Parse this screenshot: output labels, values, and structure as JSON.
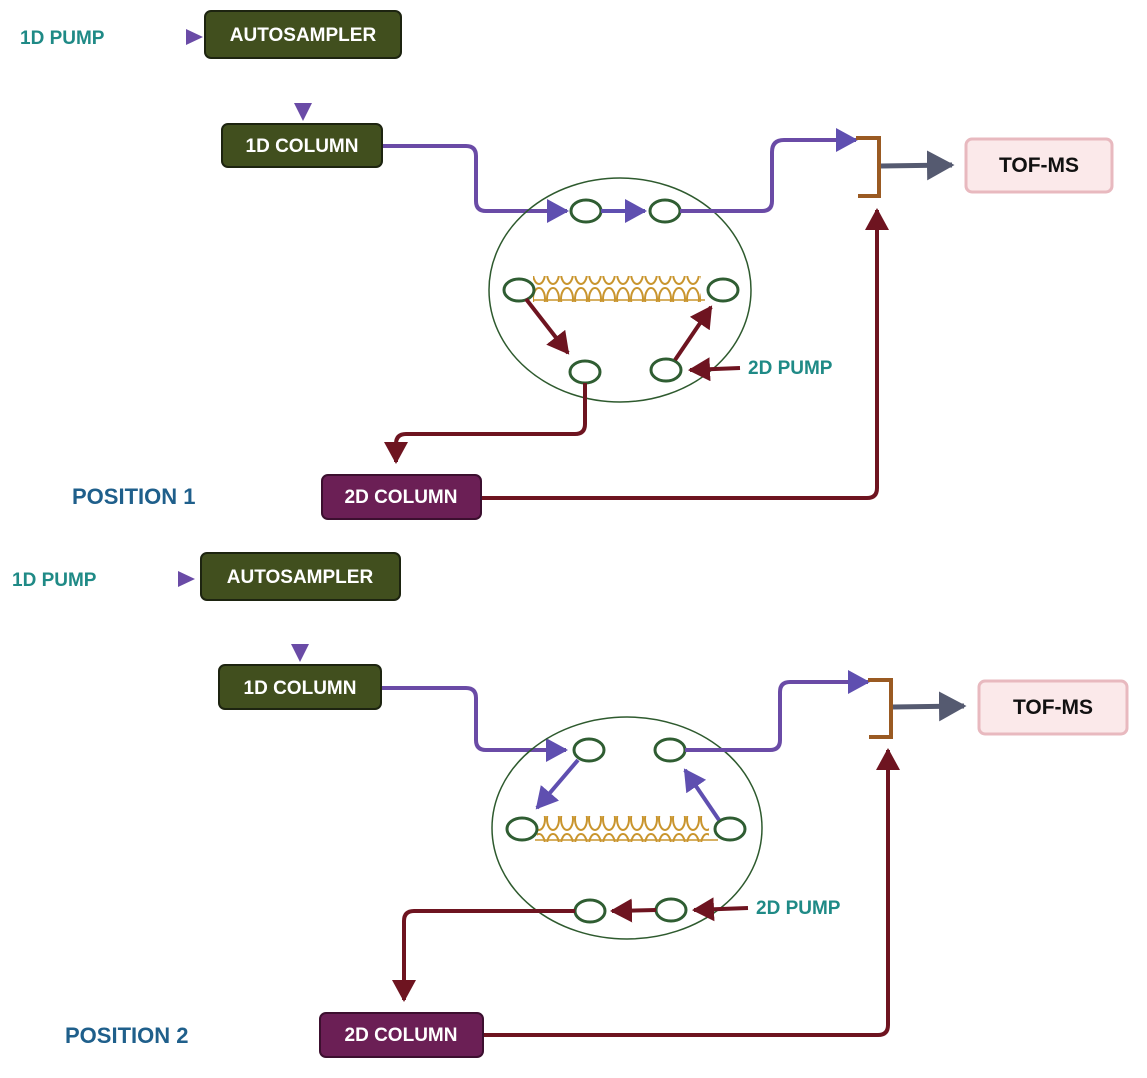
{
  "colors": {
    "olive_box": "#414f1e",
    "purple_box": "#6b1f55",
    "tof_fill": "#fbe9ea",
    "tof_border": "#e8b9bf",
    "flow_1d": "#6a4ba6",
    "flow_2d": "#6e1420",
    "tof_arrow": "#555a70",
    "tee": "#9a5a22",
    "valve_ring": "#2e5a2e",
    "port": "#2f5d32",
    "loop": "#c9952e",
    "pump_text": "#1f8a86",
    "position_text": "#1f5f8b"
  },
  "panels": [
    {
      "position_label": "POSITION 1",
      "pump_1d": "1D PUMP",
      "autosampler": "AUTOSAMPLER",
      "column_1d": "1D COLUMN",
      "pump_2d": "2D PUMP",
      "column_2d": "2D COLUMN",
      "detector": "TOF-MS"
    },
    {
      "position_label": "POSITION 2",
      "pump_1d": "1D PUMP",
      "autosampler": "AUTOSAMPLER",
      "column_1d": "1D COLUMN",
      "pump_2d": "2D PUMP",
      "column_2d": "2D COLUMN",
      "detector": "TOF-MS"
    }
  ]
}
